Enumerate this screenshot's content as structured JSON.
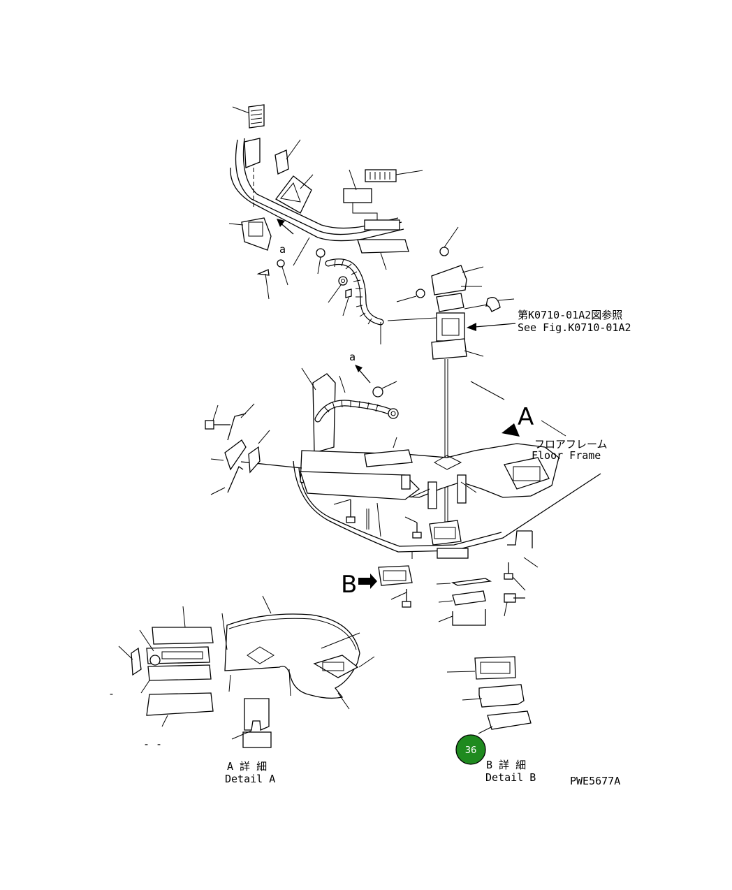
{
  "ref": {
    "jp": "第K0710-01A2図参照",
    "en": "See Fig.K0710-01A2"
  },
  "floor_frame": {
    "jp": "フロアフレーム",
    "en": "Floor Frame"
  },
  "view_markers": {
    "a_upper": "a",
    "a_lower": "a",
    "A": "A",
    "B": "B"
  },
  "detail_a": {
    "jp": "A 詳 細",
    "en": "Detail A"
  },
  "detail_b": {
    "jp": "B 詳 細",
    "en": "Detail B"
  },
  "drawing_number": "PWE5677A",
  "callout": {
    "number": "36",
    "color": "#1f8a1f"
  },
  "dash_marks": [
    "-",
    "- -"
  ]
}
